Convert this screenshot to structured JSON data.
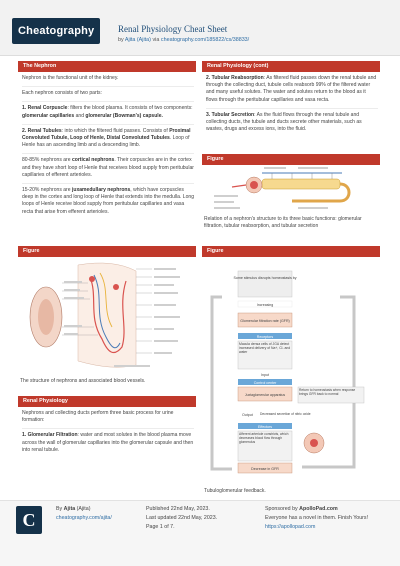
{
  "header": {
    "logo_text": "Cheatography",
    "title": "Renal Physiology Cheat Sheet",
    "by": "by",
    "author": "Ajita (Ajita)",
    "via": "via",
    "url": "cheatography.com/185822/cs/38833/"
  },
  "nephron": {
    "heading": "The Nephron",
    "p1": "Nephron is the functional unit of the kidney.",
    "p2": "Each nephron consists of two parts:",
    "p3_bold": "1. Renal Corpuscle",
    "p3_rest": ": filters the blood plasma. It consists of two components:",
    "p3_b2": "glomerular capillaries",
    "p3_and": "and",
    "p3_b3": "glomerular (Bowman's) capsule.",
    "p4_bold": "2. Renal Tubules",
    "p4_rest": ": into which the filtered fluid passes. Consists of",
    "p4_b2": "Proximal Convoluted Tubule, Loop of Henle, Distal Convoluted Tubules",
    "p4_rest2": ". Loop of Henle has an ascending limb and a descending limb.",
    "p5_a": "80-85% nephrons are",
    "p5_b": "cortical nephrons",
    "p5_c": ". Their corpuscles are in the cortex and they have short loop of Henle that receives blood supply from peritubular capillaries of efferent arterioles.",
    "p6_a": "15-20% nephrons are",
    "p6_b": "juxamedullary nephrons",
    "p6_c": ", which have corpuscles deep in the cortex and long loop of Henle that extends into the medulla. Long loops of Henle receive blood supply from peritubular capillaries and vasa recta that arise from efferent arterioles."
  },
  "figure1": {
    "heading": "Figure",
    "caption": "The structure of nephrons and associated blood vessels."
  },
  "renal_phys": {
    "heading": "Renal Physiology",
    "p1": "Nephrons and collecting ducts perform three basic process for urine formation:",
    "p2_bold": "1. Glomerular Filtration",
    "p2_rest": ": water and most solutes in the blood plasma move across the wall of glomerular capillaries into the glomerular capsule and then into renal tubule."
  },
  "renal_cont": {
    "heading": "Renal Physiology (cont)",
    "p1_bold": "2. Tubular Reabsorption",
    "p1_rest": ": As filtered fluid passes down the renal tubule and through the collecting duct, tubule cells reabsorb 99% of the filtered water and many useful solutes. The water and solutes return to the blood as it flows through the peritubular capillaries and vasa recta.",
    "p2_bold": "3. Tubular Secretion",
    "p2_rest": ": As the fluid flows through the renal tubule and collecting ducts, the tubule and ducts secrete other materials, such as wastes, drugs and excess ions, into the fluid."
  },
  "figure2": {
    "heading": "Figure",
    "caption": "Relation of a nephron's structure to its three basic functions: glomerular filtration, tubular reabsorption, and tubular secretion"
  },
  "figure3": {
    "heading": "Figure",
    "caption": "Tubuloglomerular feedback.",
    "boxes": {
      "b1": "Some stimulus disrupts homeostasis by",
      "b2": "Increasing",
      "b3": "Glomerular filtration rate (GFR)",
      "b4": "Receptors",
      "b5": "Macula densa cells of JGA detect increased delivery of Na+, Cl- and water",
      "b6": "Input",
      "b7": "Control center",
      "b8": "Juxtaglomerular apparatus",
      "b9": "Output",
      "b10": "Decreased secretion of nitric oxide",
      "b11": "Effectors",
      "b12": "Afferent arteriole constricts, which decreases blood flow through glomerulus",
      "b13": "Decrease in GFR",
      "b14": "Return to homeostasis when response brings GFR back to normal"
    }
  },
  "footer": {
    "logo_letter": "C",
    "by": "By",
    "author": "Ajita",
    "author_paren": "(Ajita)",
    "author_url": "cheatography.com/ajita/",
    "published": "Published 22nd May, 2023.",
    "updated": "Last updated 22nd May, 2023.",
    "page": "Page 1 of 7.",
    "sponsor_a": "Sponsored by",
    "sponsor_b": "ApolloPad.com",
    "sponsor_c": "Everyone has a novel in them. Finish Yours!",
    "sponsor_url": "https://apollopad.com"
  },
  "colors": {
    "accent": "#c0392b",
    "brand": "#15324a",
    "link": "#2e6da4"
  }
}
